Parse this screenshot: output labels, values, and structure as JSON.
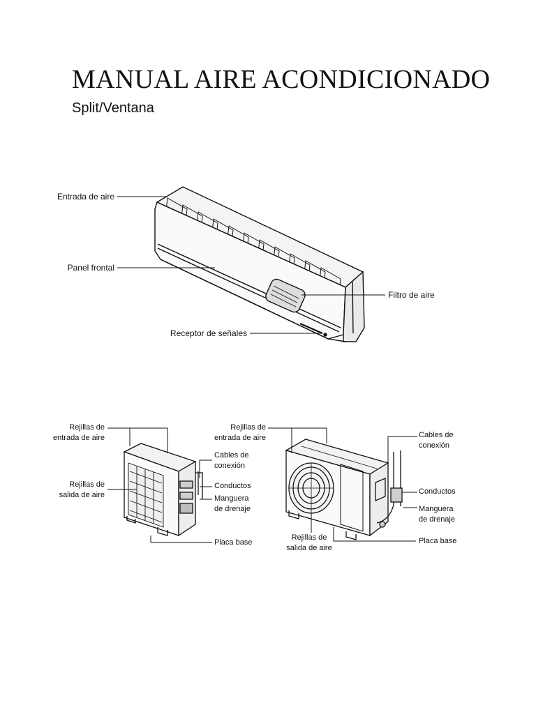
{
  "document": {
    "title": "MANUAL AIRE ACONDICIONADO",
    "subtitle": "Split/Ventana"
  },
  "indoor_unit": {
    "labels": {
      "entrada_aire": "Entrada de aire",
      "panel_frontal": "Panel frontal",
      "filtro_aire": "Filtro de aire",
      "receptor_senales": "Receptor de señales"
    }
  },
  "outdoor_unit_left": {
    "labels": {
      "rejillas_entrada_1": "Rejillas de",
      "rejillas_entrada_2": "entrada de aire",
      "rejillas_salida_1": "Rejillas de",
      "rejillas_salida_2": "salida de aire",
      "cables_1": "Cables de",
      "cables_2": "conexión",
      "conductos": "Conductos",
      "manguera_1": "Manguera",
      "manguera_2": "de drenaje",
      "placa_base": "Placa base"
    }
  },
  "outdoor_unit_right": {
    "labels": {
      "rejillas_entrada_1": "Rejillas de",
      "rejillas_entrada_2": "entrada de aire",
      "rejillas_salida_1": "Rejillas de",
      "rejillas_salida_2": "salida de aire",
      "cables_1": "Cables de",
      "cables_2": "conexión",
      "conductos": "Conductos",
      "manguera_1": "Manguera",
      "manguera_2": "de drenaje",
      "placa_base": "Placa base"
    }
  }
}
